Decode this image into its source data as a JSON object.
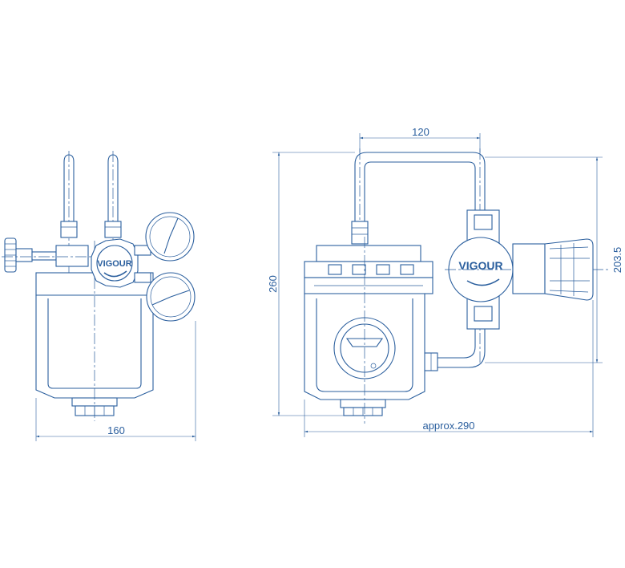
{
  "brand": "VIGOUR",
  "dimensions": {
    "width_front": "160",
    "top_span": "120",
    "height_total": "260",
    "height_side": "203.5",
    "length": "approx.290"
  },
  "colors": {
    "line": "#2b5f9e",
    "background": "#ffffff"
  }
}
